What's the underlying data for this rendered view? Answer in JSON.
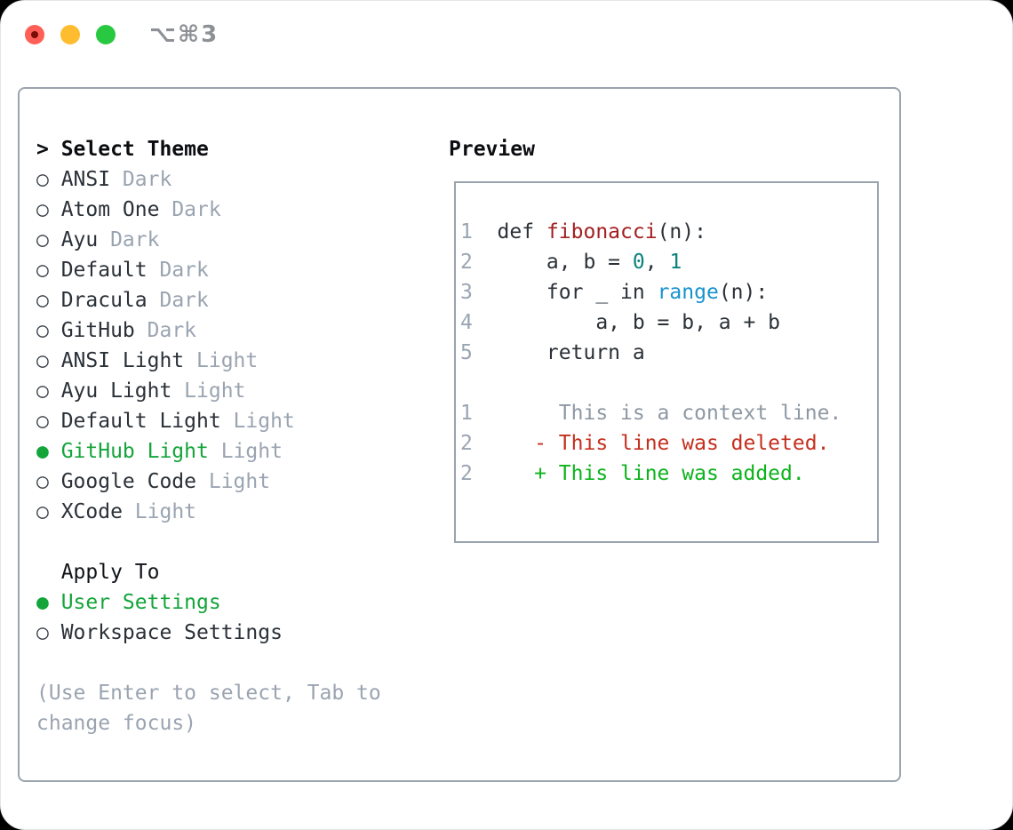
{
  "window": {
    "title": "⌥⌘3"
  },
  "icons": {
    "radio_off": "○",
    "radio_on": "●",
    "prompt": ">"
  },
  "theme_panel": {
    "title": "Select Theme",
    "themes": [
      {
        "name": "ANSI",
        "tag": "Dark",
        "selected": false
      },
      {
        "name": "Atom One",
        "tag": "Dark",
        "selected": false
      },
      {
        "name": "Ayu",
        "tag": "Dark",
        "selected": false
      },
      {
        "name": "Default",
        "tag": "Dark",
        "selected": false
      },
      {
        "name": "Dracula",
        "tag": "Dark",
        "selected": false
      },
      {
        "name": "GitHub",
        "tag": "Dark",
        "selected": false
      },
      {
        "name": "ANSI Light",
        "tag": "Light",
        "selected": false
      },
      {
        "name": "Ayu Light",
        "tag": "Light",
        "selected": false
      },
      {
        "name": "Default Light",
        "tag": "Light",
        "selected": false
      },
      {
        "name": "GitHub Light",
        "tag": "Light",
        "selected": true
      },
      {
        "name": "Google Code",
        "tag": "Light",
        "selected": false
      },
      {
        "name": "XCode",
        "tag": "Light",
        "selected": false
      }
    ],
    "apply_to": {
      "title": "Apply To",
      "options": [
        {
          "name": "User Settings",
          "selected": true
        },
        {
          "name": "Workspace Settings",
          "selected": false
        }
      ]
    },
    "hint_line1": "(Use Enter to select, Tab to",
    "hint_line2": "change focus)"
  },
  "preview": {
    "title": "Preview",
    "code": {
      "line1": {
        "num": "1  ",
        "a": "def ",
        "b": "fibonacci",
        "c": "(n):"
      },
      "line2": {
        "num": "2  ",
        "a": "    a, b = ",
        "b": "0",
        "c": ", ",
        "d": "1"
      },
      "line3": {
        "num": "3  ",
        "a": "    for _ in ",
        "b": "range",
        "c": "(n):"
      },
      "line4": {
        "num": "4  ",
        "a": "        a, b = b, a + b"
      },
      "line5": {
        "num": "5  ",
        "a": "    return a"
      },
      "line6": {
        "num": "1  ",
        "a": "     This is a context line."
      },
      "line7": {
        "num": "2  ",
        "a": "   - This line was deleted."
      },
      "line8": {
        "num": "2  ",
        "a": "   + This line was added."
      }
    }
  },
  "colors": {
    "selection_green": "#14a53a",
    "added_green": "#0db31c",
    "deleted_red": "#c52f1e",
    "function_red": "#a32021",
    "number_teal": "#0b827b",
    "builtin_blue": "#1793cf",
    "muted_gray": "#9aa4b1",
    "text_dark": "#2b3138",
    "border_gray": "#9aa3ae",
    "traffic_red": "#ff5f57",
    "traffic_yellow": "#febc2e",
    "traffic_green": "#28c840"
  }
}
